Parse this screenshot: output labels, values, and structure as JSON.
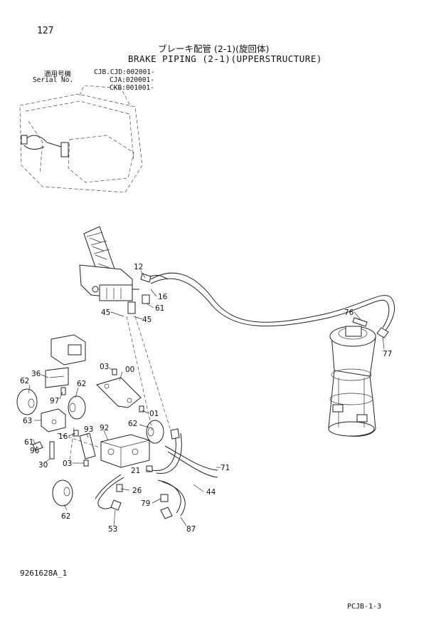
{
  "header": {
    "page_number": "127",
    "title_jp": "ブレーキ配管 (2-1)(旋回体)",
    "title_en": "BRAKE PIPING (2-1)(UPPERSTRUCTURE)"
  },
  "serial": {
    "label_jp": "適用号機",
    "label_en": "Serial No.",
    "ranges": [
      "CJB.CJD:002001-",
      "CJA:020001-",
      "CKB:001001-"
    ]
  },
  "callouts": {
    "p12": "12",
    "p16a": "16",
    "p61a": "61",
    "p45a": "45",
    "p45b": "45",
    "p76": "76",
    "p77": "77",
    "p03a": "03",
    "p00": "00",
    "p36": "36",
    "p62a": "62",
    "p62b": "62",
    "p97": "97",
    "p01": "01",
    "p63": "63",
    "p93": "93",
    "p92": "92",
    "p62c": "62",
    "p16b": "16",
    "p61b": "61",
    "p96": "96",
    "p30": "30",
    "p03b": "03",
    "p21": "21",
    "p71": "71",
    "p26": "26",
    "p44": "44",
    "p79": "79",
    "p62d": "62",
    "p53": "53",
    "p87": "87"
  },
  "footer": {
    "drawing_number": "9261628A_1",
    "page_code": "PCJB-1-3"
  }
}
